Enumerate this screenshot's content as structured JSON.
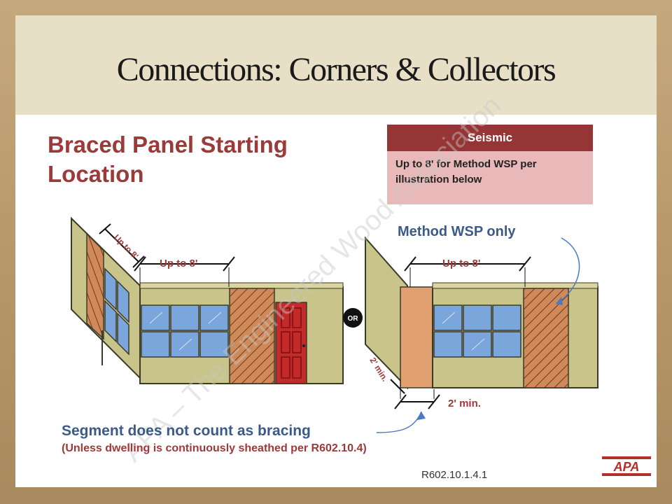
{
  "slide": {
    "title": "Connections: Corners & Collectors",
    "subtitle": "Braced Panel Starting Location",
    "seismic": {
      "header": "Seismic",
      "body": "Up to 8' for Method WSP per illustration below"
    },
    "labels": {
      "method": "Method WSP only",
      "up_left": "Up to 8'",
      "up_right": "Up to 8'",
      "up_diagonal": "Up to 8'",
      "two_min": "2' min.",
      "two_min_diagonal": "2' min.",
      "or": "OR"
    },
    "notes": {
      "segment": "Segment does not count as bracing",
      "unless": "(Unless dwelling is continuously sheathed per R602.10.4)"
    },
    "code_ref": "R602.10.1.4.1",
    "watermark": "APA – The Engineered Wood Association",
    "logo_text": "APA"
  },
  "colors": {
    "title_band": "#e7dfc6",
    "accent_red": "#9c3a3a",
    "accent_blue": "#3b5a8a",
    "wall_green": "#c9c48a",
    "brace_brown": "#d08a5a",
    "window_blue": "#7aa6dc",
    "door_red": "#c42a2a"
  }
}
